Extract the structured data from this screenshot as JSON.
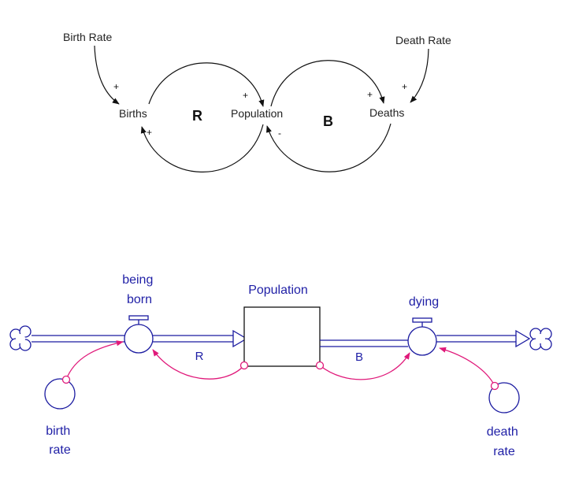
{
  "causal_loop_diagram": {
    "variables": {
      "birth_rate": "Birth Rate",
      "births": "Births",
      "population": "Population",
      "deaths": "Deaths",
      "death_rate": "Death Rate"
    },
    "loops": {
      "reinforcing": "R",
      "balancing": "B"
    },
    "polarities": {
      "birth_rate_to_births": "+",
      "births_to_population": "+",
      "population_to_births": "+",
      "population_to_deaths": "+",
      "deaths_to_population": "-",
      "death_rate_to_deaths": "+"
    }
  },
  "stock_flow_diagram": {
    "stock": "Population",
    "inflow": [
      "being",
      "born"
    ],
    "outflow": "dying",
    "birth_rate": [
      "birth",
      "rate"
    ],
    "death_rate": [
      "death",
      "rate"
    ],
    "loops": {
      "reinforcing": "R",
      "balancing": "B"
    },
    "colors": {
      "text": "#1f1fa6",
      "structure": "#1a1aa0",
      "link": "#e0197a"
    }
  }
}
